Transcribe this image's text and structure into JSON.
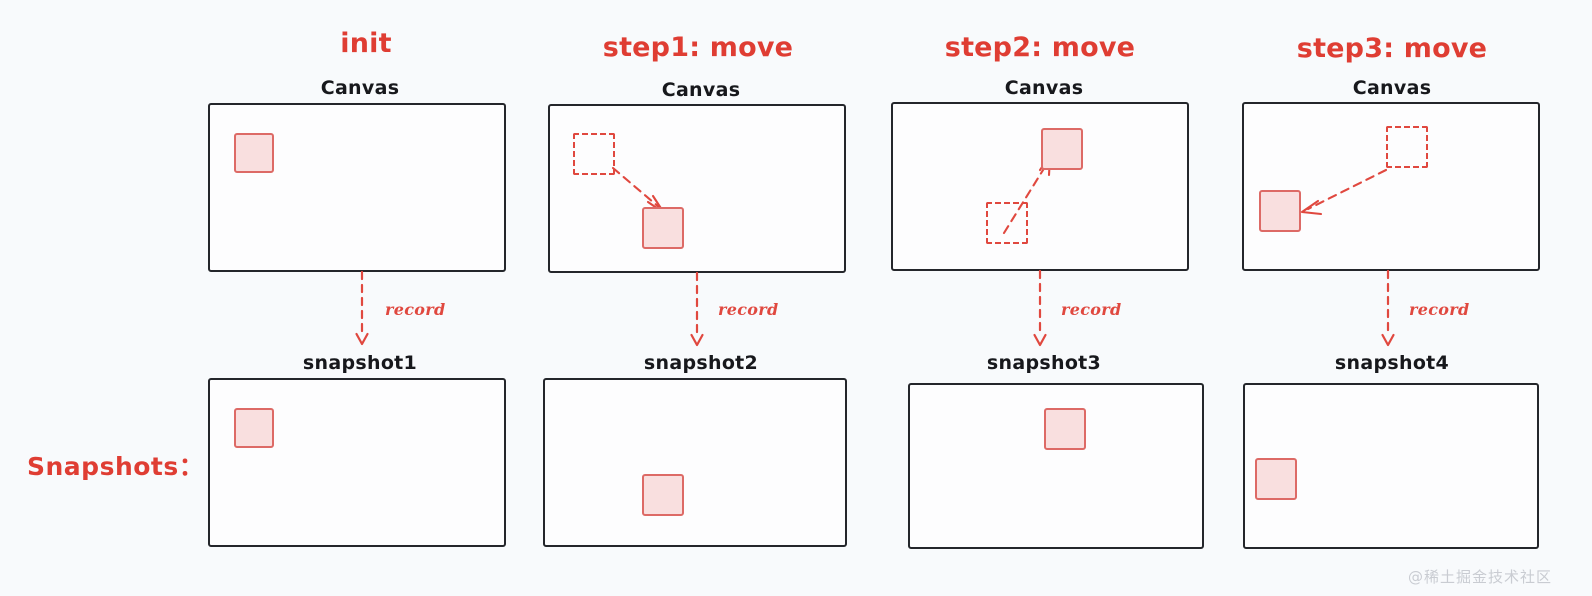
{
  "page": {
    "background_color": "#f8fafc",
    "accent_red": "#df3d33",
    "shape_fill": "#f9dfdf",
    "shape_border": "#dd6a66",
    "ghost_border": "#e0483f",
    "frame_border": "#24262b",
    "watermark": "@稀土掘金技术社区"
  },
  "row_label": {
    "snapshots": "Snapshots："
  },
  "columns": [
    {
      "step_title": "init",
      "canvas_caption": "Canvas",
      "record_label": "record",
      "snapshot_caption": "snapshot1"
    },
    {
      "step_title": "step1: move",
      "canvas_caption": "Canvas",
      "record_label": "record",
      "snapshot_caption": "snapshot2"
    },
    {
      "step_title": "step2: move",
      "canvas_caption": "Canvas",
      "record_label": "record",
      "snapshot_caption": "snapshot3"
    },
    {
      "step_title": "step3: move",
      "canvas_caption": "Canvas",
      "record_label": "record",
      "snapshot_caption": "snapshot4"
    }
  ]
}
